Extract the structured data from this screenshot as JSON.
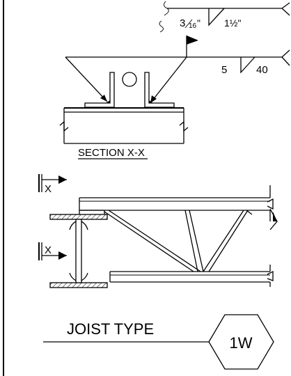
{
  "weld_top": {
    "size_whole": "",
    "size_num": "3",
    "size_den": "16",
    "inch_mark": "\"",
    "length": "1½\""
  },
  "weld_mid": {
    "size": "5",
    "length": "40"
  },
  "section_label": "SECTION X-X",
  "cut_marks": {
    "upper": "X",
    "lower": "X"
  },
  "joist_label": "JOIST TYPE",
  "joist_tag": "1W"
}
